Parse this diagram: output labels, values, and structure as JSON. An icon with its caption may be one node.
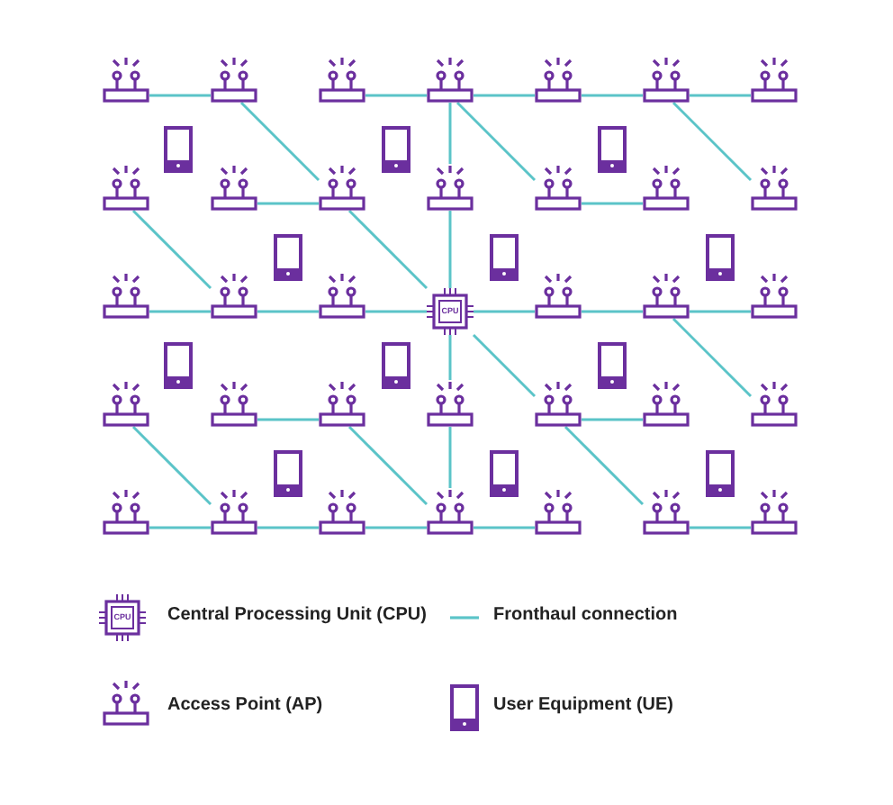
{
  "diagram": {
    "nodes": [
      {
        "text": [],
        "shape": "router"
      },
      {
        "text": [],
        "shape": "router"
      },
      {
        "text": [],
        "shape": "router"
      },
      {
        "text": [],
        "shape": "router"
      },
      {
        "text": [],
        "shape": "router"
      },
      {
        "text": [],
        "shape": "router"
      },
      {
        "text": [],
        "shape": "router"
      },
      {
        "text": [],
        "shape": "phone"
      },
      {
        "text": [],
        "shape": "phone"
      },
      {
        "text": [],
        "shape": "phone"
      },
      {
        "text": [],
        "shape": "router"
      },
      {
        "text": [],
        "shape": "router"
      },
      {
        "text": [],
        "shape": "router"
      },
      {
        "text": [],
        "shape": "router"
      },
      {
        "text": [],
        "shape": "router"
      },
      {
        "text": [],
        "shape": "router"
      },
      {
        "text": [],
        "shape": "router"
      },
      {
        "text": [],
        "shape": "phone"
      },
      {
        "text": [],
        "shape": "phone"
      },
      {
        "text": [],
        "shape": "phone"
      },
      {
        "text": [],
        "shape": "router"
      },
      {
        "text": [],
        "shape": "router"
      },
      {
        "text": [],
        "shape": "router"
      },
      {
        "text": [
          "CPU"
        ]
      },
      {
        "text": [],
        "shape": "router"
      },
      {
        "text": [],
        "shape": "router"
      },
      {
        "text": [],
        "shape": "router"
      },
      {
        "text": [],
        "shape": "phone"
      },
      {
        "text": [],
        "shape": "phone"
      },
      {
        "text": [],
        "shape": "phone"
      },
      {
        "text": [],
        "shape": "router"
      },
      {
        "text": [],
        "shape": "router"
      },
      {
        "text": [],
        "shape": "router"
      },
      {
        "text": [],
        "shape": "router"
      },
      {
        "text": [],
        "shape": "router"
      },
      {
        "text": [],
        "shape": "router"
      },
      {
        "text": [],
        "shape": "router"
      },
      {
        "text": [],
        "shape": "phone"
      },
      {
        "text": [],
        "shape": "phone"
      },
      {
        "text": [],
        "shape": "phone"
      },
      {
        "text": [],
        "shape": "router"
      },
      {
        "text": [],
        "shape": "router"
      },
      {
        "text": [],
        "shape": "router"
      },
      {
        "text": [],
        "shape": "router"
      },
      {
        "text": [],
        "shape": "router"
      },
      {
        "text": [],
        "shape": "router"
      },
      {
        "text": [],
        "shape": "router"
      }
    ],
    "edges": [
      {
        "from": 0,
        "to": 1,
        "arrow": "none"
      },
      {
        "from": 2,
        "to": 3,
        "arrow": "none"
      },
      {
        "from": 3,
        "to": 4,
        "arrow": "none"
      },
      {
        "from": 4,
        "to": 5,
        "arrow": "none"
      },
      {
        "from": 5,
        "to": 6,
        "arrow": "none"
      },
      {
        "from": 1,
        "to": 12,
        "arrow": "none"
      },
      {
        "from": 12,
        "to": 23,
        "arrow": "none"
      },
      {
        "from": 3,
        "to": 13,
        "arrow": "none"
      },
      {
        "from": 13,
        "to": 23,
        "arrow": "none"
      },
      {
        "from": 3,
        "to": 14,
        "arrow": "none"
      },
      {
        "from": 5,
        "to": 16,
        "arrow": "none"
      },
      {
        "from": 11,
        "to": 12,
        "arrow": "none"
      },
      {
        "from": 14,
        "to": 15,
        "arrow": "none"
      },
      {
        "from": 10,
        "to": 21,
        "arrow": "none"
      },
      {
        "from": 20,
        "to": 21,
        "arrow": "none"
      },
      {
        "from": 21,
        "to": 22,
        "arrow": "none"
      },
      {
        "from": 22,
        "to": 23,
        "arrow": "none"
      },
      {
        "from": 23,
        "to": 24,
        "arrow": "none"
      },
      {
        "from": 24,
        "to": 25,
        "arrow": "none"
      },
      {
        "from": 25,
        "to": 26,
        "arrow": "none"
      },
      {
        "from": 25,
        "to": 36,
        "arrow": "none"
      },
      {
        "from": 23,
        "to": 34,
        "arrow": "none"
      },
      {
        "from": 34,
        "to": 45,
        "arrow": "none"
      },
      {
        "from": 23,
        "to": 33,
        "arrow": "none"
      },
      {
        "from": 33,
        "to": 43,
        "arrow": "none"
      },
      {
        "from": 31,
        "to": 32,
        "arrow": "none"
      },
      {
        "from": 34,
        "to": 35,
        "arrow": "none"
      },
      {
        "from": 30,
        "to": 41,
        "arrow": "none"
      },
      {
        "from": 32,
        "to": 43,
        "arrow": "none"
      },
      {
        "from": 40,
        "to": 41,
        "arrow": "none"
      },
      {
        "from": 41,
        "to": 42,
        "arrow": "none"
      },
      {
        "from": 42,
        "to": 43,
        "arrow": "none"
      },
      {
        "from": 43,
        "to": 44,
        "arrow": "none"
      },
      {
        "from": 45,
        "to": 46,
        "arrow": "none"
      }
    ],
    "labels": [
      "CPU"
    ],
    "legend": [
      {
        "text": "Central Processing Unit (CPU)"
      },
      {
        "text": "Fronthaul connection"
      },
      {
        "text": "Access Point (AP)"
      },
      {
        "text": "User Equipment (UE)"
      }
    ]
  }
}
